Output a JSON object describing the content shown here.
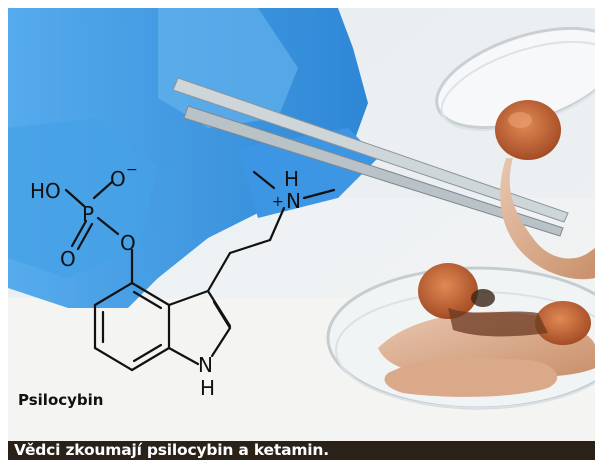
{
  "caption": "Vědci zkoumají psilocybin a ketamin.",
  "molecule": {
    "name": "Psilocybin",
    "atoms": {
      "hydroxyl": "HO",
      "phosphorus": "P",
      "oxygen_top": "O",
      "charge_minus": "−",
      "oxygen_bridge": "O",
      "oxygen_double": "O",
      "amine_h": "H",
      "amine_plus": "+",
      "amine_n": "N",
      "indole_n": "N",
      "indole_h": "H"
    }
  },
  "colors": {
    "caption_background": "#2a2118",
    "caption_text": "#ffffff",
    "glove": "#2a8fe0",
    "mushroom": "#c8653a",
    "structure_lines": "#111111"
  }
}
